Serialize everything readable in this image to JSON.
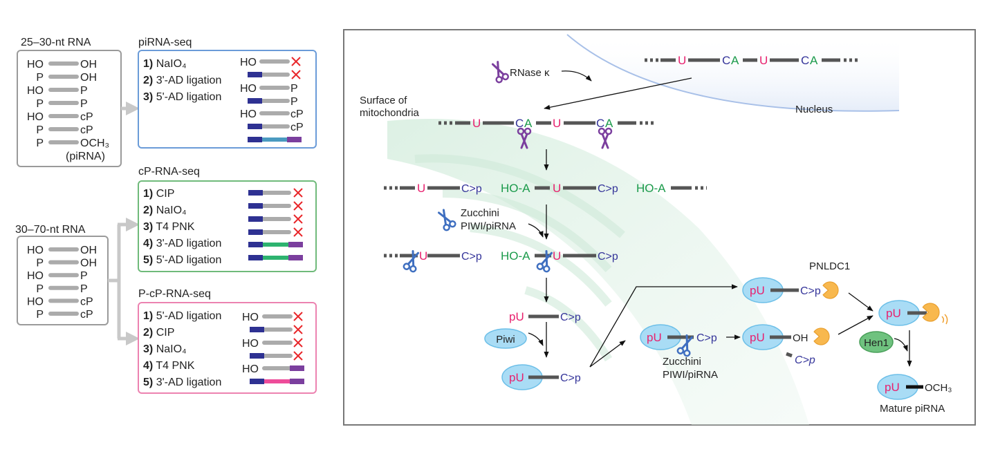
{
  "colors": {
    "U": "#e8206e",
    "C": "#35359a",
    "A": "#1a9a4a",
    "adapter5": "#2e3192",
    "adapter3": "#7b3f9e",
    "blocked_x": "#e8262a",
    "pirna_seq_box": "#6a9bd8",
    "cp_seq_box": "#6fba7a",
    "pcp_seq_box": "#ec82b0",
    "piwi": "#a9dcf5",
    "pnldc1": "#f8b84e",
    "hen1": "#6fc27f",
    "rnase_kappa": "#7b3f9e",
    "zucchini": "#3f6fc0"
  },
  "left": {
    "rna_25_30": {
      "title": "25–30-nt RNA",
      "rows": [
        [
          "HO",
          "OH"
        ],
        [
          "P",
          "OH"
        ],
        [
          "HO",
          "P"
        ],
        [
          "P",
          "P"
        ],
        [
          "HO",
          "cP"
        ],
        [
          "P",
          "cP"
        ],
        [
          "P",
          "OCH₃"
        ]
      ],
      "note": "(piRNA)"
    },
    "rna_30_70": {
      "title": "30–70-nt RNA",
      "rows": [
        [
          "HO",
          "OH"
        ],
        [
          "P",
          "OH"
        ],
        [
          "HO",
          "P"
        ],
        [
          "P",
          "P"
        ],
        [
          "HO",
          "cP"
        ],
        [
          "P",
          "cP"
        ]
      ]
    },
    "pirna_seq": {
      "title": "piRNA-seq",
      "steps": [
        {
          "n": "1)",
          "label": "NaIO₄"
        },
        {
          "n": "2)",
          "label": "3'-AD ligation"
        },
        {
          "n": "3)",
          "label": "5'-AD ligation"
        }
      ],
      "products": [
        {
          "five": "HO",
          "three_blocked": true
        },
        {
          "five_adapter": true,
          "three_blocked": true
        },
        {
          "five": "HO",
          "three": "P"
        },
        {
          "five_adapter": true,
          "three": "P"
        },
        {
          "five": "HO",
          "three": "cP"
        },
        {
          "five_adapter": true,
          "three": "cP"
        },
        {
          "five_adapter": true,
          "three_adapter": true,
          "insert_color": "#4a9ac0"
        }
      ]
    },
    "cp_seq": {
      "title": "cP-RNA-seq",
      "steps": [
        {
          "n": "1)",
          "label": "CIP"
        },
        {
          "n": "2)",
          "label": "NaIO₄"
        },
        {
          "n": "3)",
          "label": "T4 PNK"
        },
        {
          "n": "4)",
          "label": "3'-AD ligation"
        },
        {
          "n": "5)",
          "label": "5'-AD ligation"
        }
      ],
      "products": [
        {
          "five_adapter": true,
          "three_blocked": true
        },
        {
          "five_adapter": true,
          "three_blocked": true
        },
        {
          "five_adapter": true,
          "three_blocked": true
        },
        {
          "five_adapter": true,
          "three_blocked": true
        },
        {
          "five_adapter": true,
          "three_adapter": true,
          "insert_color": "#2db36f"
        },
        {
          "five_adapter": true,
          "three_adapter": true,
          "insert_color": "#2db36f"
        }
      ]
    },
    "pcp_seq": {
      "title": "P-cP-RNA-seq",
      "steps": [
        {
          "n": "1)",
          "label": "5'-AD ligation"
        },
        {
          "n": "2)",
          "label": "CIP"
        },
        {
          "n": "3)",
          "label": "NaIO₄"
        },
        {
          "n": "4)",
          "label": "T4 PNK"
        },
        {
          "n": "5)",
          "label": "3'-AD ligation"
        }
      ],
      "products": [
        {
          "five": "HO",
          "three_blocked": true
        },
        {
          "five_adapter": true,
          "three_blocked": true
        },
        {
          "five": "HO",
          "three_blocked": true
        },
        {
          "five_adapter": true,
          "three_blocked": true
        },
        {
          "five": "HO",
          "three_adapter": true
        },
        {
          "five_adapter": true,
          "three_adapter": true,
          "insert_color": "#ee4c9a"
        }
      ]
    }
  },
  "pathway": {
    "rnase": "RNase κ",
    "surface": [
      "Surface of",
      "mitochondria"
    ],
    "nucleus": "Nucleus",
    "U": "U",
    "C": "C",
    "A": "A",
    "cp": "C>p",
    "hoa": "HO-A",
    "pu": "pU",
    "oh": "OH",
    "och3": "OCH₃",
    "zucchini": [
      "Zucchini",
      "PIWI/piRNA"
    ],
    "piwi": "Piwi",
    "pnldc1": "PNLDC1",
    "hen1": "Hen1",
    "mature": "Mature piRNA"
  }
}
